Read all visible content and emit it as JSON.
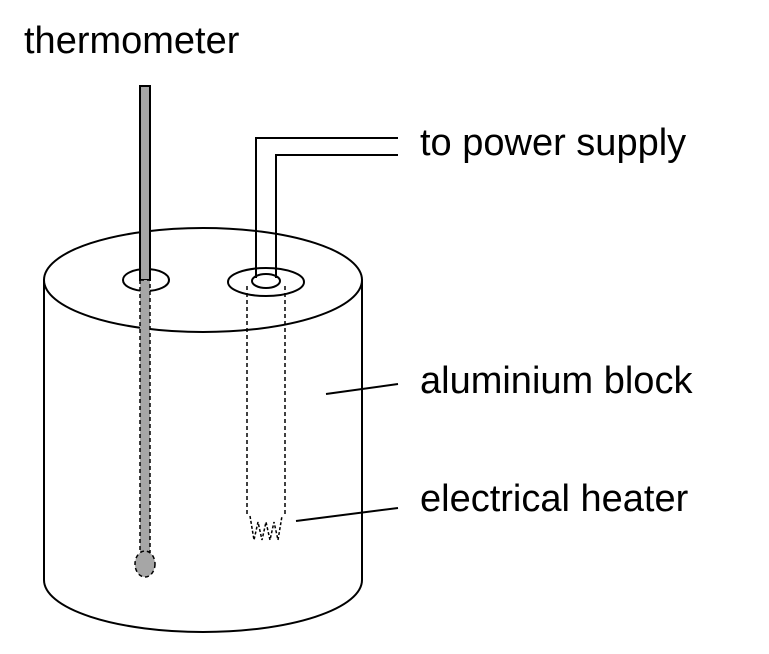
{
  "labels": {
    "thermometer": "thermometer",
    "power_supply": "to power supply",
    "aluminium_block": "aluminium block",
    "electrical_heater": "electrical heater"
  },
  "colors": {
    "line": "#000000",
    "thermometer_fill": "#a6a6a6",
    "background": "#ffffff"
  }
}
